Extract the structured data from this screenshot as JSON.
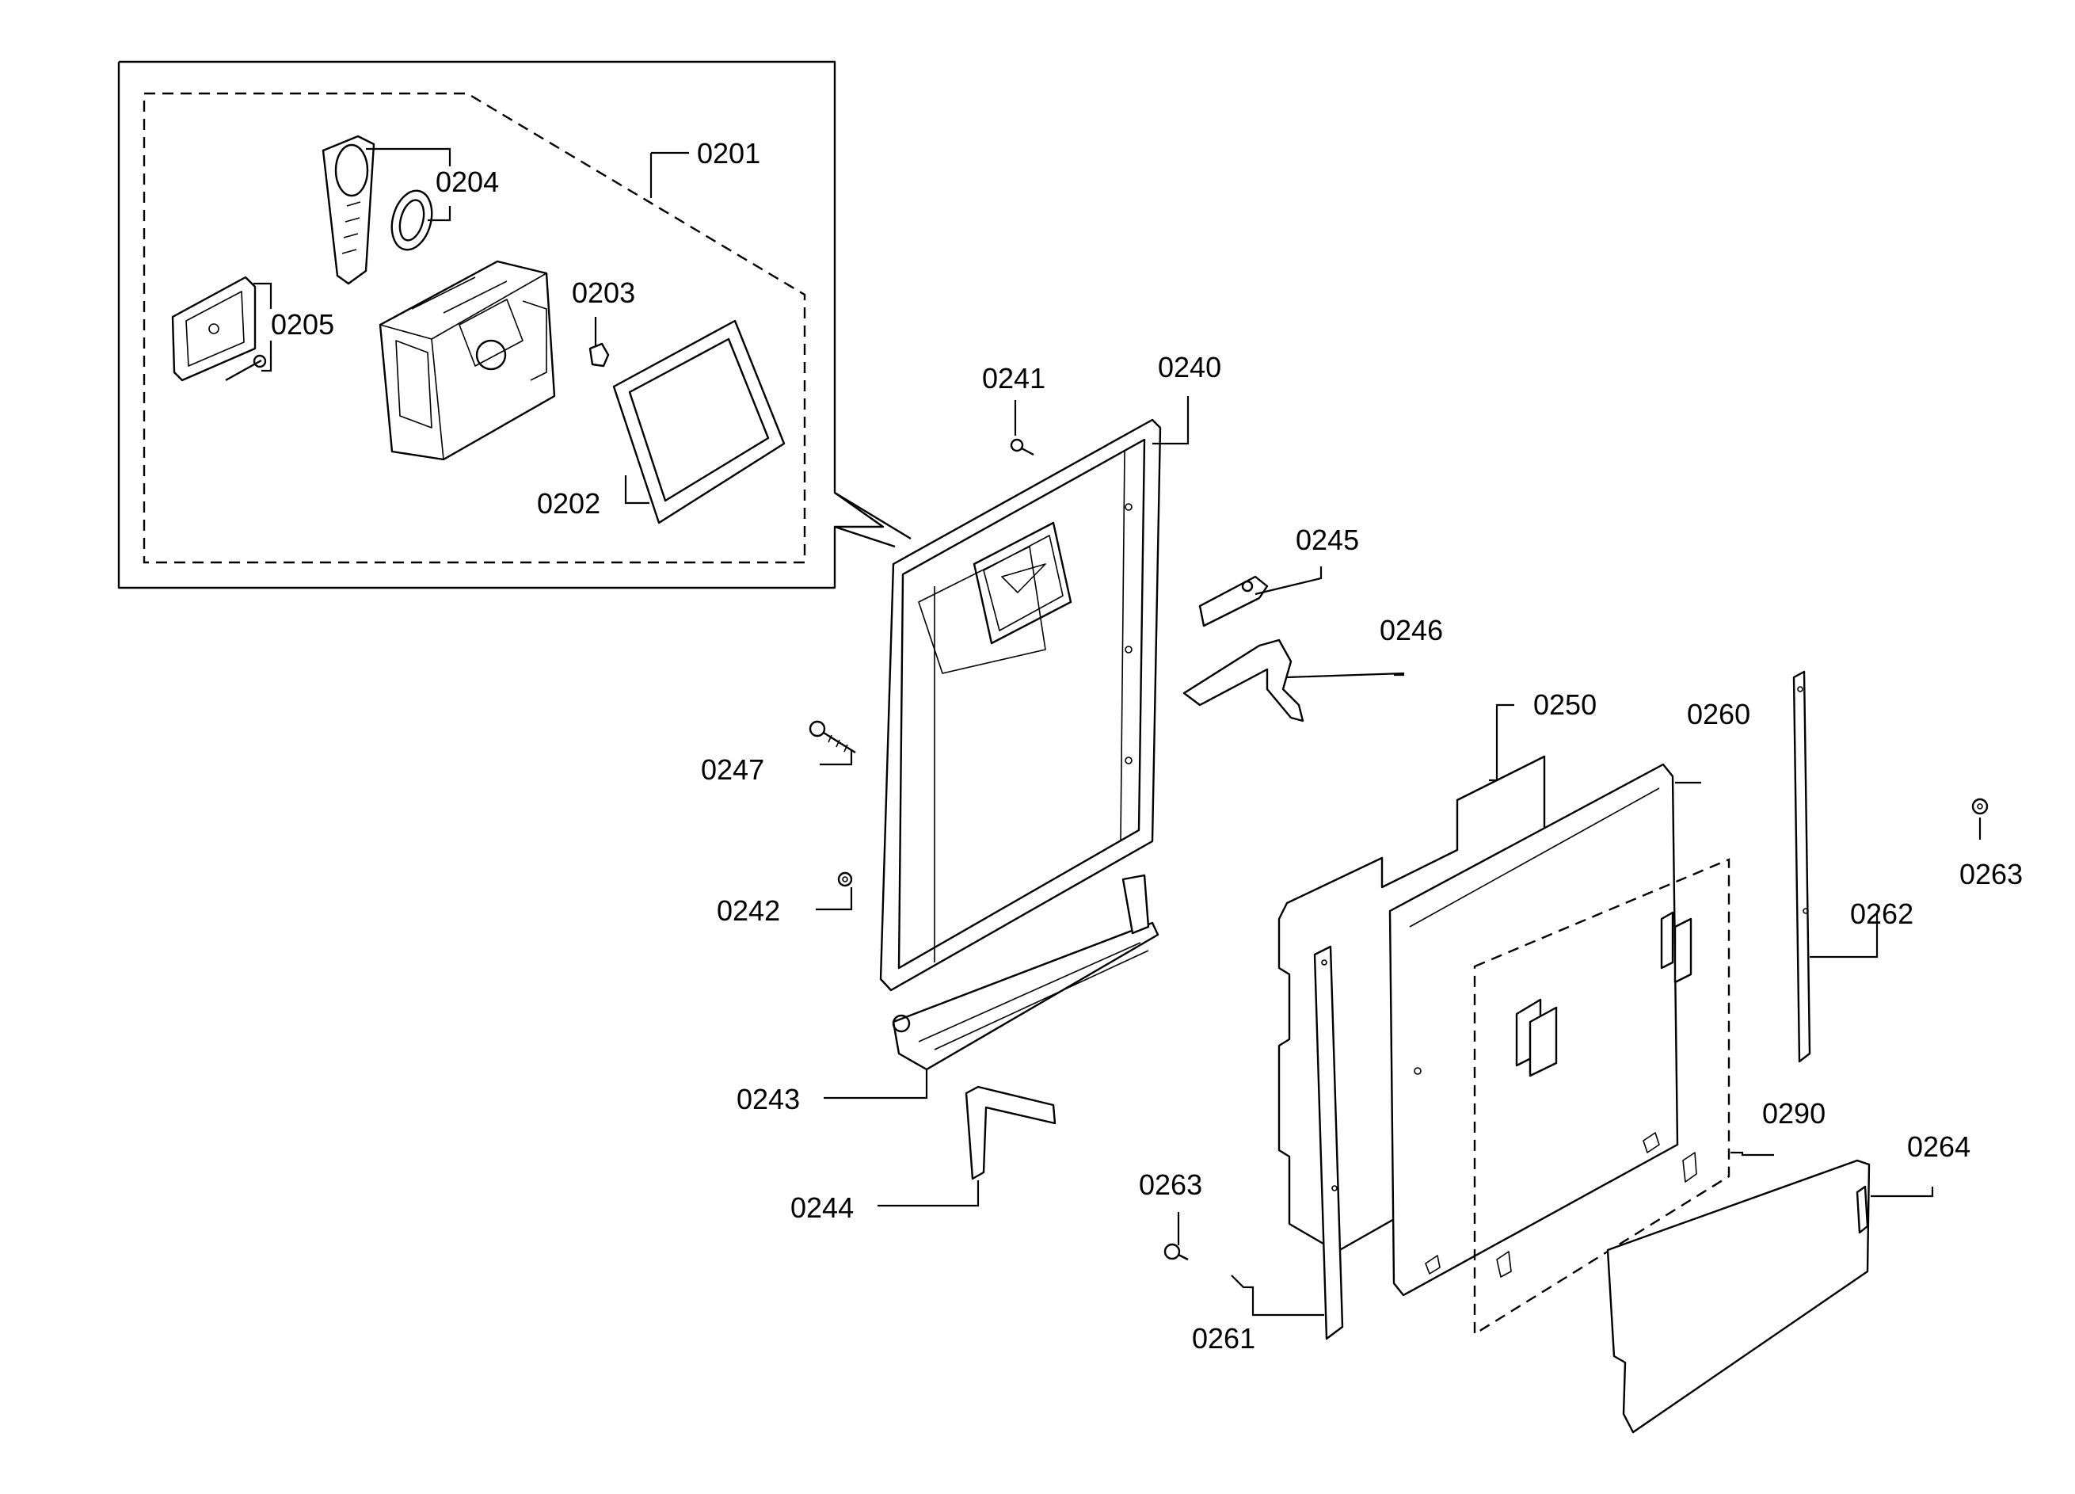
{
  "parts": {
    "p0201": "0201",
    "p0202": "0202",
    "p0203": "0203",
    "p0204": "0204",
    "p0205": "0205",
    "p0240": "0240",
    "p0241": "0241",
    "p0242": "0242",
    "p0243": "0243",
    "p0244": "0244",
    "p0245": "0245",
    "p0246": "0246",
    "p0247": "0247",
    "p0250": "0250",
    "p0260": "0260",
    "p0261": "0261",
    "p0262": "0262",
    "p0263_right": "0263",
    "p0263_bottom": "0263",
    "p0264": "0264",
    "p0290": "0290"
  }
}
